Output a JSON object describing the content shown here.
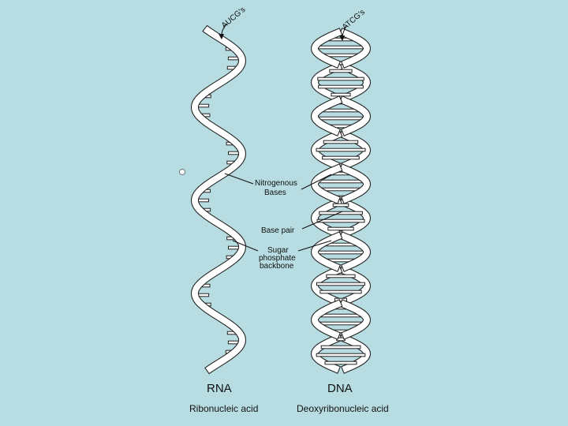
{
  "rna": {
    "top_label": "AUCG's",
    "name": "RNA",
    "full_name": "Ribonucleic acid"
  },
  "dna": {
    "top_label": "ATCG's",
    "name": "DNA",
    "full_name": "Deoxyribonucleic acid"
  },
  "annotations": {
    "nitrogenous_line1": "Nitrogenous",
    "nitrogenous_line2": "Bases",
    "base_pair": "Base pair",
    "backbone_line1": "Sugar",
    "backbone_line2": "phosphate",
    "backbone_line3": "backbone"
  },
  "colors": {
    "background": "#b7dde2",
    "strand_fill": "#ffffff",
    "outline": "#222222"
  }
}
